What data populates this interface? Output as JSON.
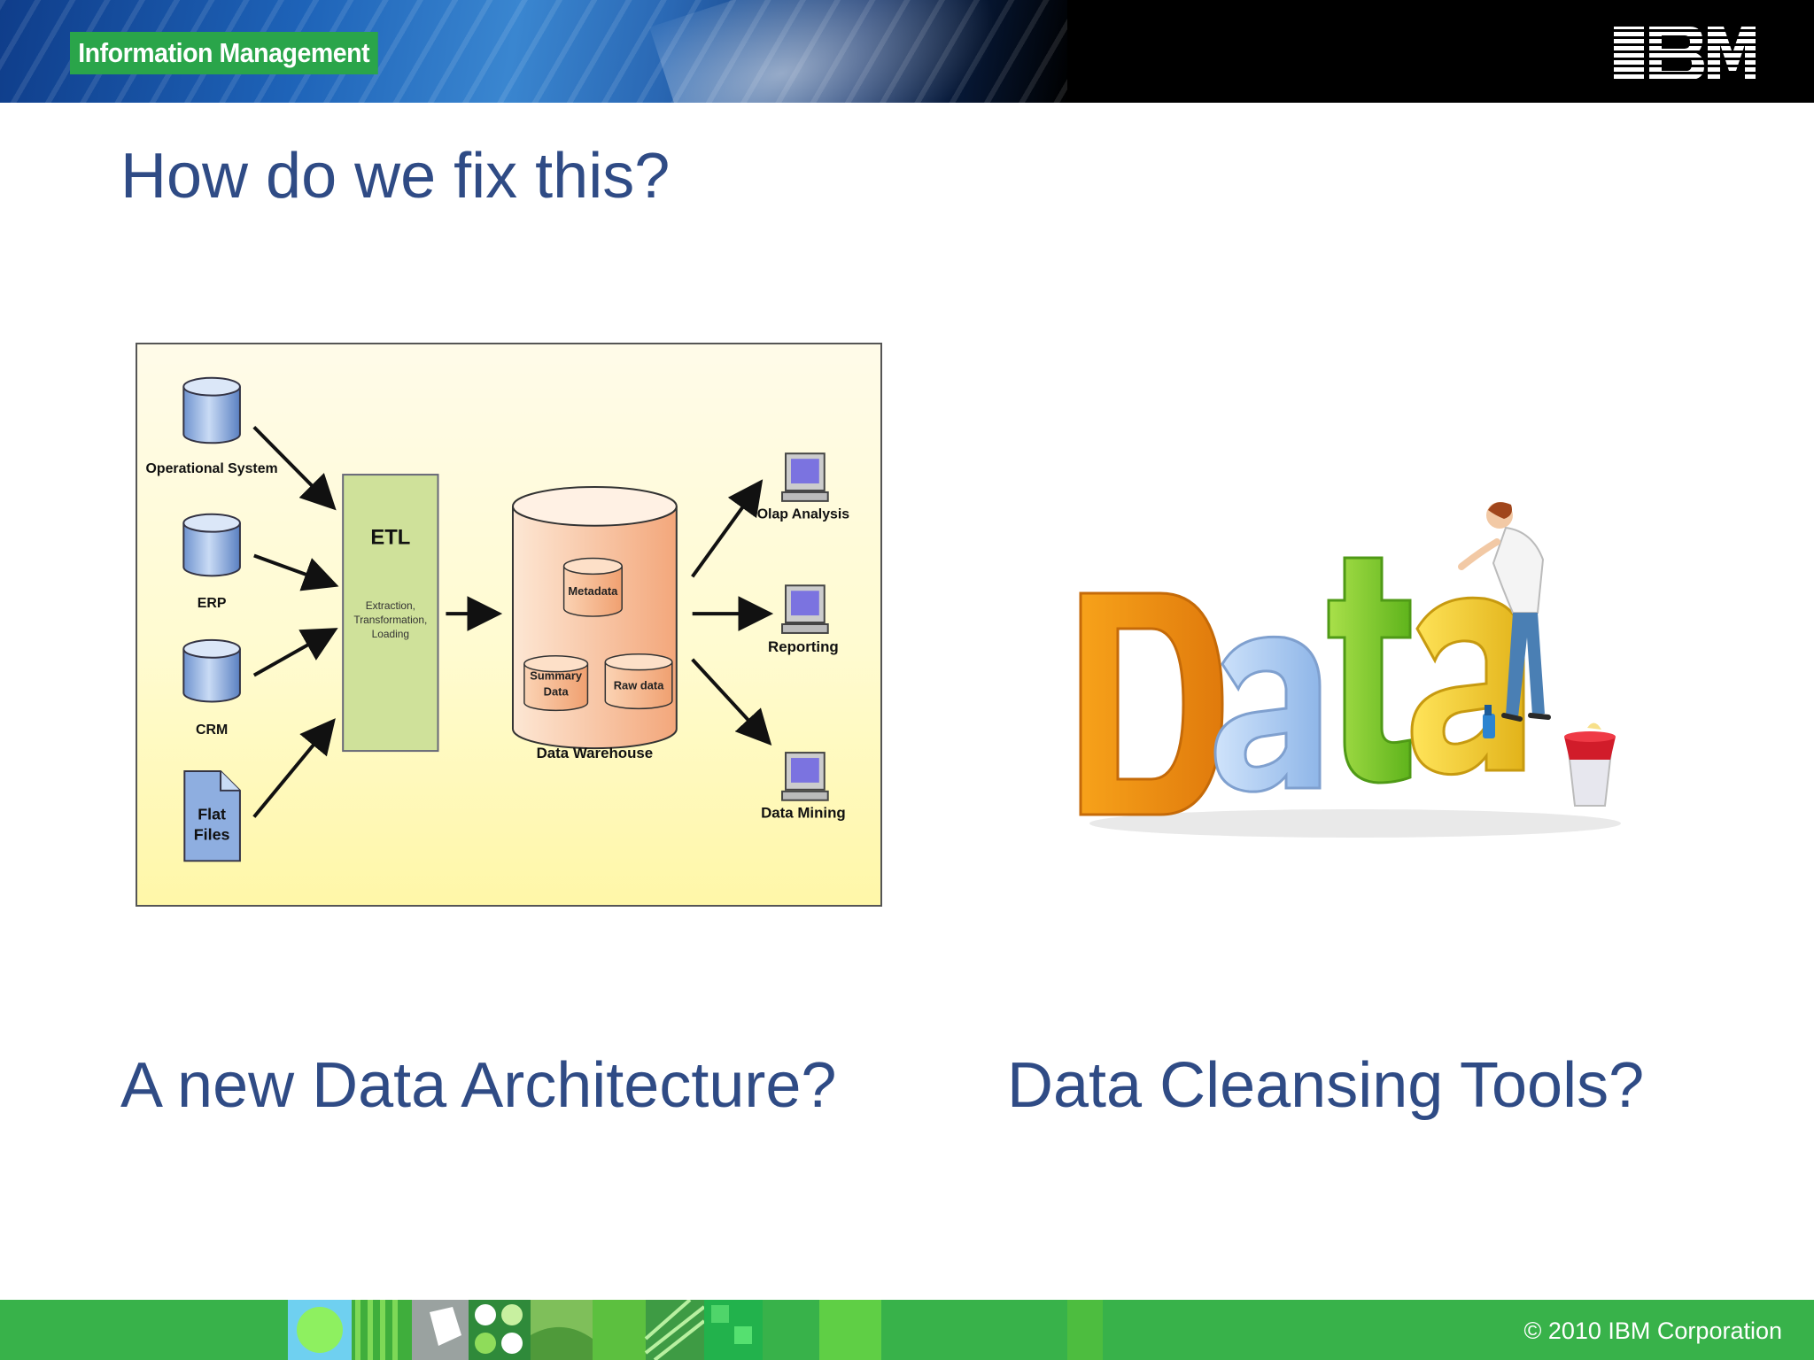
{
  "header": {
    "badge": "Information Management",
    "logo": "IBM"
  },
  "slide": {
    "title": "How do we fix this?",
    "caption_left": "A new Data Architecture?",
    "caption_right": "Data Cleansing Tools?"
  },
  "diagram": {
    "sources": [
      "Operational System",
      "ERP",
      "CRM",
      "Flat Files"
    ],
    "flat_files_line1": "Flat",
    "flat_files_line2": "Files",
    "etl_title": "ETL",
    "etl_line1": "Extraction,",
    "etl_line2": "Transformation,",
    "etl_line3": "Loading",
    "metadata": "Metadata",
    "summary_line1": "Summary",
    "summary_line2": "Data",
    "raw_data": "Raw data",
    "warehouse": "Data Warehouse",
    "outputs": [
      "Olap Analysis",
      "Reporting",
      "Data Mining"
    ]
  },
  "illustration": {
    "word": "Data"
  },
  "footer": {
    "copyright": "© 2010  IBM Corporation"
  }
}
